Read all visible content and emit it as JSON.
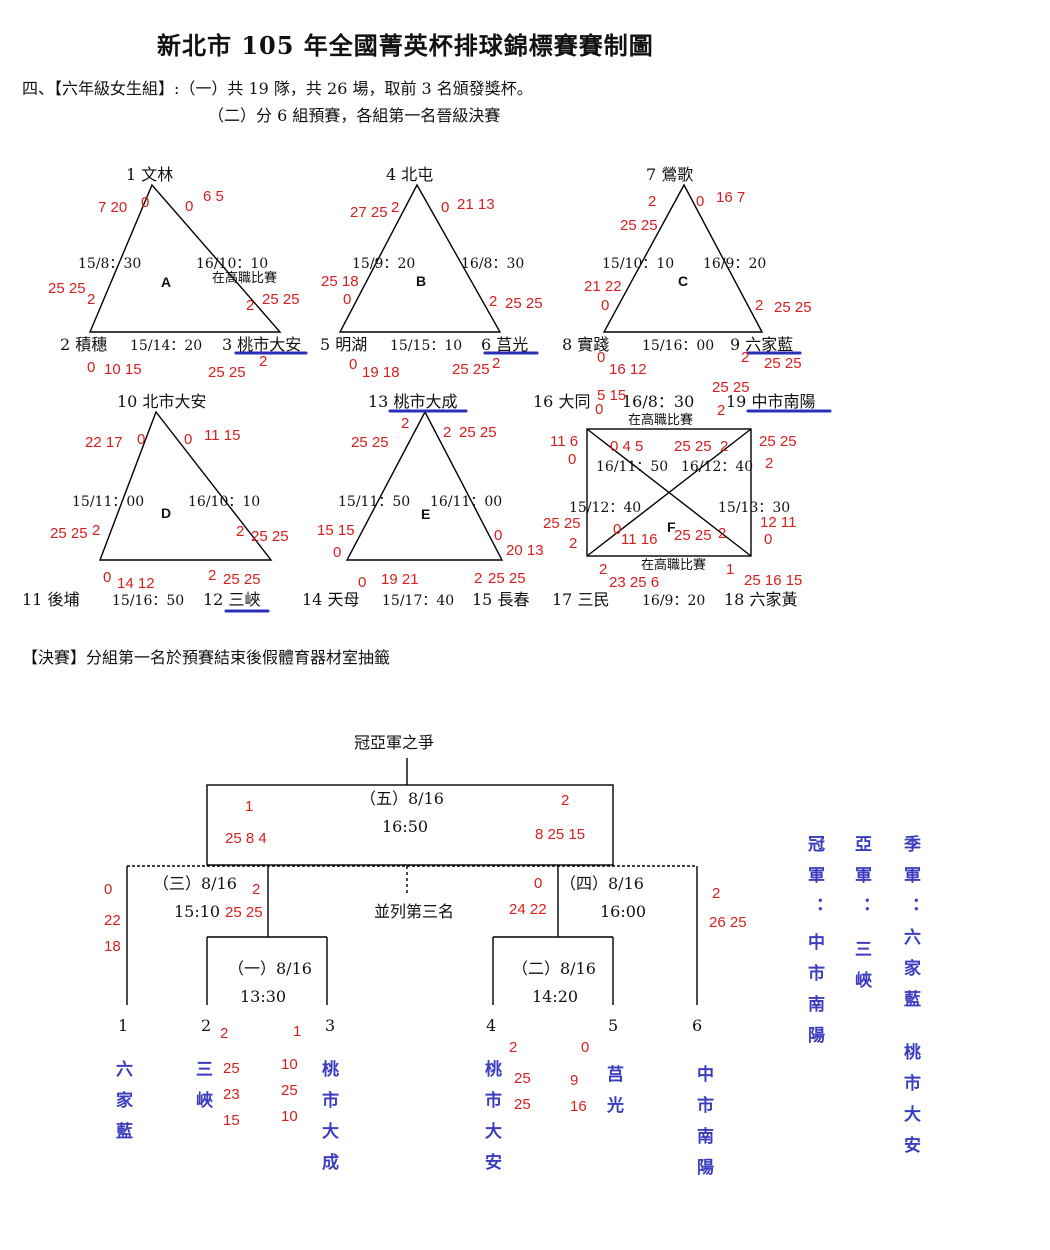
{
  "title": "新北市 105 年全國菁英杯排球錦標賽賽制圖",
  "intro1": "四、【六年級女生組】:（一）共 19 隊，共 26 場，取前 3 名頒發獎杯。",
  "intro2": "（二）分 6 組預賽，各組第一名晉級決賽",
  "groups": {
    "A": {
      "label": "A",
      "t1": "1 文林",
      "t2": "2 積穗",
      "t3": "3 桃市大安",
      "time_left": "15/8：30",
      "time_right": "16/10：10",
      "note": "在高職比賽",
      "time_bottom": "15/14：20",
      "s1": "7 20",
      "s2": "0",
      "s3": "0",
      "s4": "6 5",
      "s5": "25 25",
      "s6": "2",
      "s7": "2",
      "s8": "25 25",
      "s9": "0",
      "s10": "10 15",
      "s11": "25 25",
      "s12": "2"
    },
    "B": {
      "label": "B",
      "t1": "4 北屯",
      "t2": "5 明湖",
      "t3": "6 莒光",
      "time_left": "15/9：20",
      "time_right": "16/8：30",
      "time_bottom": "15/15：10",
      "s1": "27 25",
      "s2": "2",
      "s3": "0",
      "s4": "21 13",
      "s5": "25 18",
      "s6": "0",
      "s7": "2",
      "s8": "25 25",
      "s9": "0",
      "s10": "19 18",
      "s11": "25 25",
      "s12": "2"
    },
    "C": {
      "label": "C",
      "t1": "7 鶯歌",
      "t2": "8 實踐",
      "t3": "9 六家藍",
      "time_left": "15/10：10",
      "time_right": "16/9：20",
      "time_bottom": "15/16：00",
      "s1": "2",
      "s1b": "25 25",
      "s3": "0",
      "s4": "16 7",
      "s5": "21 22",
      "s6": "0",
      "s7": "2",
      "s8": "25 25",
      "s9": "0",
      "s10": "16 12",
      "s11": "25 25",
      "s12": "2"
    },
    "D": {
      "label": "D",
      "t1": "10 北市大安",
      "t2": "11 後埔",
      "t3": "12 三峽",
      "time_left": "15/11：00",
      "time_right": "16/10：10",
      "time_bottom": "15/16：50",
      "s1": "22 17",
      "s2": "0",
      "s3": "0",
      "s4": "11 15",
      "s5": "25 25",
      "s6": "2",
      "s7": "2",
      "s8": "25 25",
      "s9": "0",
      "s10": "14 12",
      "s11": "2",
      "s12": "25 25"
    },
    "E": {
      "label": "E",
      "t1": "13 桃市大成",
      "t2": "14 天母",
      "t3": "15 長春",
      "time_left": "15/11：50",
      "time_right": "16/11：00",
      "time_bottom": "15/17：40",
      "s1": "25 25",
      "s2": "2",
      "s3": "2",
      "s4": "25 25",
      "s5": "15 15",
      "s6": "0",
      "s7": "0",
      "s8": "20 13",
      "s9": "0",
      "s10": "19 21",
      "s11": "2",
      "s12": "25 25"
    },
    "F": {
      "label": "F",
      "t1": "16 大同",
      "t2": "19 中市南陽",
      "t3": "17 三民",
      "t4": "18 六家黃",
      "time_top": "16/8：30",
      "note_top": "在高職比賽",
      "time_11": "16/11：50",
      "time_12": "16/12：40",
      "time_left": "15/12：40",
      "time_right": "15/13：30",
      "note_bottom": "在高職比賽",
      "time_bottom": "16/9：20",
      "s_a": "5 15",
      "s_a2": "0",
      "s_b": "25 25",
      "s_b2": "2",
      "s_c": "11 6",
      "s_c2": "0",
      "s_d": "0 4 5",
      "s_e": "25 25",
      "s_e2": "2",
      "s_f": "25 25",
      "s_f2": "2",
      "s_g": "25 25",
      "s_g2": "2",
      "s_h": "0",
      "s_h2": "11 16",
      "s_i": "25 25",
      "s_i2": "2",
      "s_j": "12 11",
      "s_j2": "0",
      "s_k": "2",
      "s_k2": "23 25 6",
      "s_l": "1",
      "s_l2": "25 16 15"
    }
  },
  "final_note": "【決賽】分組第一名於預賽結束後假體育器材室抽籤",
  "bracket": {
    "champ_label": "冠亞軍之爭",
    "m5": {
      "label": "（五）8/16",
      "time": "16:50",
      "l_score": "1",
      "l_sets": "25 8 4",
      "r_score": "2",
      "r_sets": "8 25 15"
    },
    "m3": {
      "label": "（三）8/16",
      "time": "15:10",
      "score": "2",
      "sets": "25 25",
      "l_score": "0",
      "l_sets1": "22",
      "l_sets2": "18"
    },
    "m4": {
      "label": "（四）8/16",
      "time": "16:00",
      "score": "0",
      "sets": "24 22",
      "r_score": "2",
      "r_sets": "26 25"
    },
    "third": "並列第三名",
    "m1": {
      "label": "（一）8/16",
      "time": "13:30"
    },
    "m2": {
      "label": "（二）8/16",
      "time": "14:20"
    },
    "slots": [
      "1",
      "2",
      "3",
      "4",
      "5",
      "6"
    ],
    "teams": [
      "六家藍",
      "三峽",
      "桃市大成",
      "桃市大安",
      "莒光",
      "中市南陽"
    ],
    "m1_scores": {
      "l": "2",
      "l_sets": [
        "25",
        "23",
        "15"
      ],
      "r": "1",
      "r_sets": [
        "10",
        "25",
        "10"
      ]
    },
    "m2_scores": {
      "l": "2",
      "l_sets": [
        "25",
        "25"
      ],
      "r": "0",
      "r_sets": [
        "9",
        "16"
      ]
    }
  },
  "results": {
    "champion_label": "冠軍：",
    "champion": "中市南陽",
    "runnerup_label": "亞軍：",
    "runnerup": "三峽",
    "third_label": "季軍：",
    "third": "六家藍",
    "third2": "桃市大安"
  },
  "colors": {
    "score": "#d62020",
    "result": "#3b3dbf",
    "underline": "#2b2fb8"
  }
}
